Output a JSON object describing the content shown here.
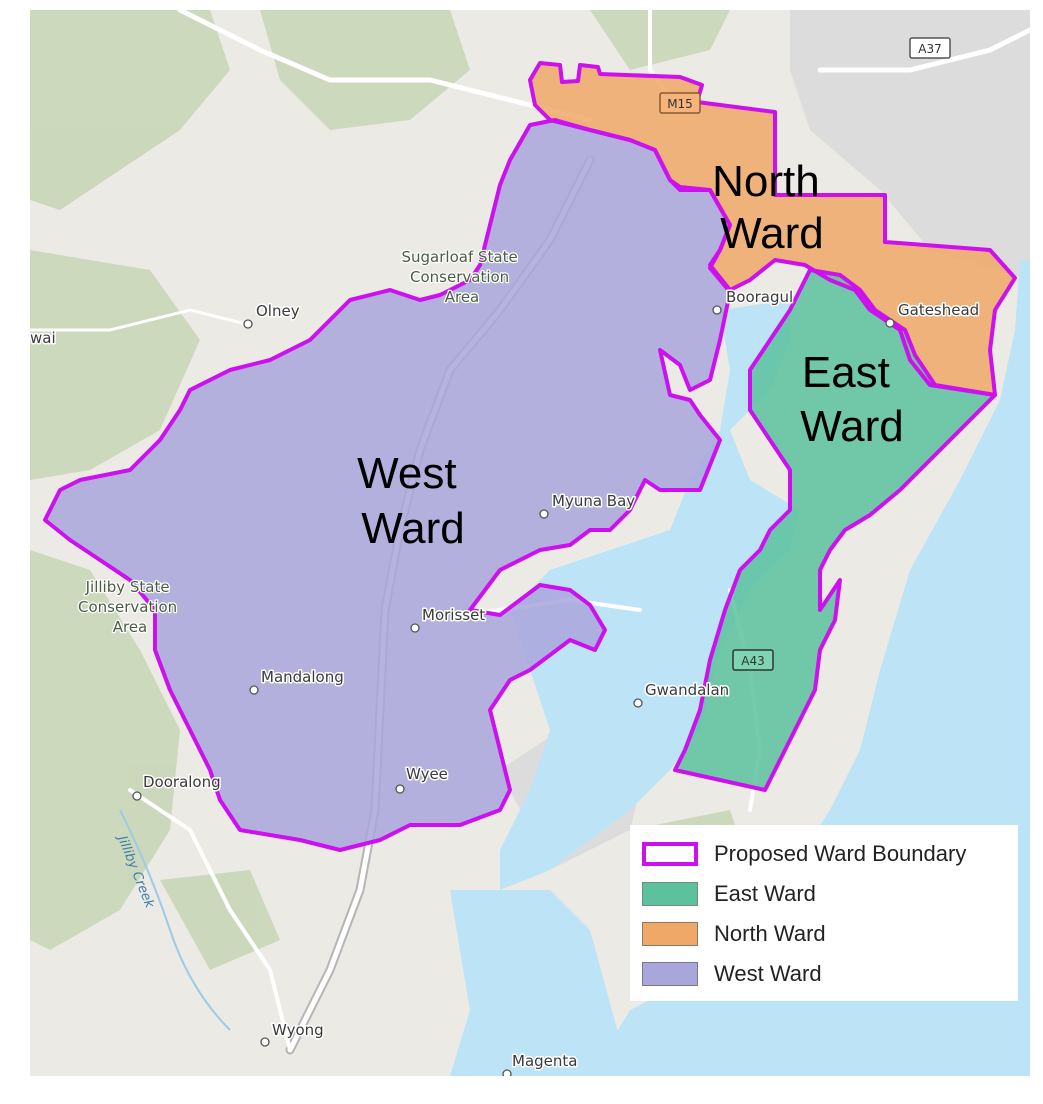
{
  "map": {
    "wards": [
      {
        "id": "north",
        "label_lines": [
          "North",
          "Ward"
        ],
        "fill": "#f0a868"
      },
      {
        "id": "east",
        "label_lines": [
          "East",
          "Ward"
        ],
        "fill": "#5cc29e"
      },
      {
        "id": "west",
        "label_lines": [
          "West",
          "Ward"
        ],
        "fill": "#a9a6dc"
      }
    ],
    "boundary_color": "#cc11ee",
    "water_color": "#bde4f6",
    "places": [
      {
        "label": "Olney"
      },
      {
        "label": "wai"
      },
      {
        "label": "Booragul"
      },
      {
        "label": "Gateshead"
      },
      {
        "label": "Myuna Bay"
      },
      {
        "label": "Morisset"
      },
      {
        "label": "Mandalong"
      },
      {
        "label": "Gwandalan"
      },
      {
        "label": "Dooralong"
      },
      {
        "label": "Wyee"
      },
      {
        "label": "Wyong"
      },
      {
        "label": "Magenta"
      }
    ],
    "parks": [
      {
        "lines": [
          "Sugarloaf State",
          "Conservation",
          "Area"
        ]
      },
      {
        "lines": [
          "Jilliby State",
          "Conservation",
          "Area"
        ]
      }
    ],
    "water_labels": [
      {
        "label": "Jilliby Creek"
      }
    ],
    "road_shields": [
      {
        "label": "A37"
      },
      {
        "label": "M15"
      },
      {
        "label": "A43"
      }
    ]
  },
  "legend": {
    "items": [
      {
        "label": "Proposed Ward Boundary",
        "fill": "#ffffff",
        "stroke": "#cc11ee"
      },
      {
        "label": "East Ward",
        "fill": "#5cc29e",
        "stroke": "#7a8a80"
      },
      {
        "label": "North Ward",
        "fill": "#f0a868",
        "stroke": "#8a7a6a"
      },
      {
        "label": "West Ward",
        "fill": "#a9a6dc",
        "stroke": "#7a7a8a"
      }
    ]
  }
}
